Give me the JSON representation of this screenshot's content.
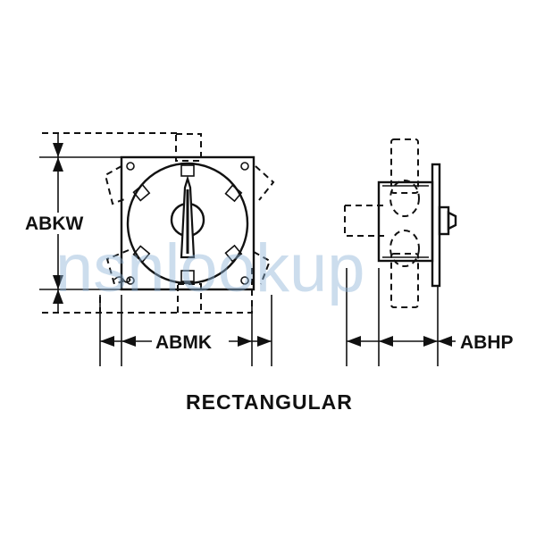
{
  "dimensions": {
    "height_label": "ABKW",
    "width_label": "ABMK",
    "depth_label": "ABHP"
  },
  "caption": "RECTANGULAR",
  "watermark": "nsnlookup",
  "colors": {
    "line": "#111111",
    "watermark": "#8fb4d6"
  }
}
